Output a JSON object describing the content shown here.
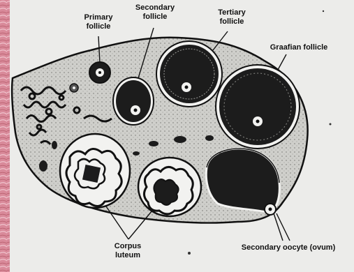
{
  "labels": {
    "primary_follicle": [
      "Primary",
      "follicle"
    ],
    "secondary_follicle": [
      "Secondary",
      "follicle"
    ],
    "tertiary_follicle": [
      "Tertiary",
      "follicle"
    ],
    "graafian_follicle": "Graafian follicle",
    "corpus_luteum": [
      "Corpus",
      "luteum"
    ],
    "secondary_oocyte": "Secondary oocyte (ovum)"
  },
  "colors": {
    "paper": "#ececea",
    "tissue_pink": "#d98a9a",
    "stroma": "#cfcfcb",
    "follicle_dark": "#1c1c1c",
    "outline": "#111111"
  }
}
